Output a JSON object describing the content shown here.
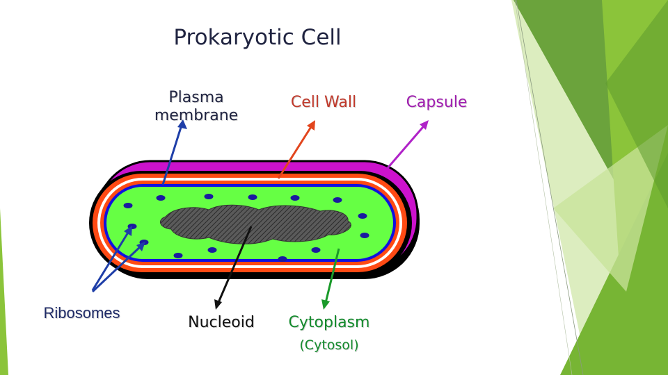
{
  "title": "Prokaryotic Cell",
  "labels": {
    "plasma_membrane_line1": "Plasma",
    "plasma_membrane_line2": "membrane",
    "cell_wall": "Cell Wall",
    "capsule": "Capsule",
    "ribosomes": "Ribosomes",
    "nucleoid": "Nucleoid",
    "cytoplasm": "Cytoplasm",
    "cytosol": "(Cytosol)"
  },
  "colors": {
    "title": "#1f2340",
    "plasma_membrane_label": "#1f2340",
    "plasma_membrane_arrow": "#1e3ea8",
    "cell_wall_label": "#c0392b",
    "cell_wall_arrow": "#e2451d",
    "capsule_label": "#a01cb0",
    "capsule_arrow": "#b022c8",
    "ribosomes_label": "#1e2a66",
    "ribosomes_arrow": "#1e3ea8",
    "nucleoid_label": "#111111",
    "nucleoid_arrow": "#111111",
    "cytoplasm_label": "#138a2c",
    "cytoplasm_arrow": "#1a9a2a",
    "cytosol_paren": "#d5501a",
    "capsule_layer": "#cc12cc",
    "cell_wall_layer": "#ff4a14",
    "plasma_membrane_layer": "#1010e0",
    "cytoplasm_fill": "#66ff44",
    "ribosome_fill": "#1a1aa0",
    "nucleoid_fill": "#555555",
    "decor_green_dark": "#5e9a2e",
    "decor_green_mid": "#8bc43a",
    "decor_green_light": "#c8e39a"
  }
}
